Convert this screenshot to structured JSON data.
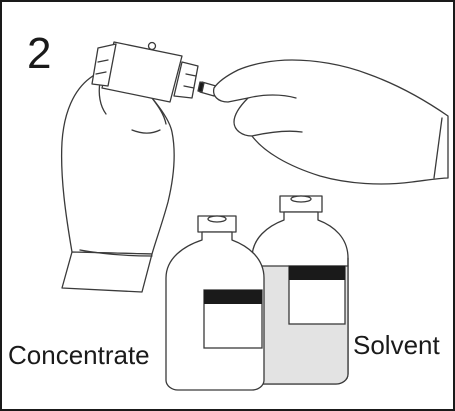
{
  "step": {
    "number": "2"
  },
  "vials": {
    "concentrate_label": "Concentrate",
    "solvent_label": "Solvent"
  },
  "colors": {
    "line": "#3a3a3a",
    "label_band": "#1a1a1a",
    "solvent_fill": "#e3e3e3",
    "background": "#ffffff"
  }
}
